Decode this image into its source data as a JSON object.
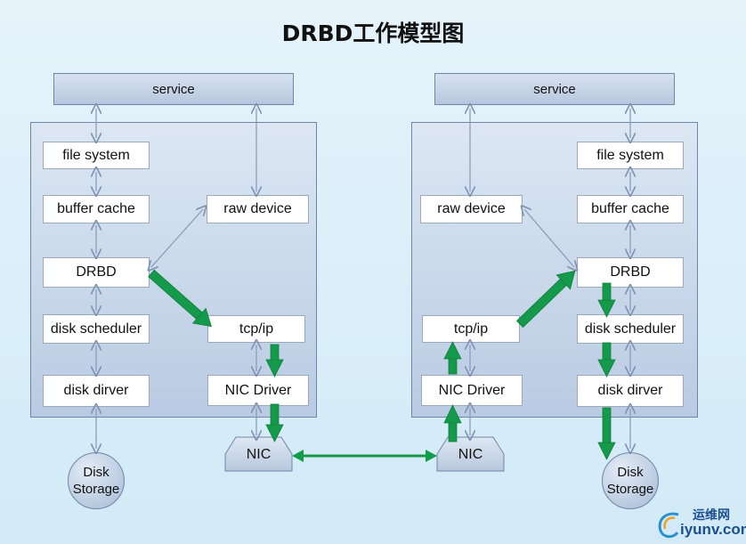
{
  "title": "DRBD工作模型图",
  "left": {
    "service": "service",
    "file_system": "file system",
    "buffer_cache": "buffer cache",
    "drbd": "DRBD",
    "disk_scheduler": "disk scheduler",
    "disk_driver": "disk dirver",
    "raw_device": "raw device",
    "tcp_ip": "tcp/ip",
    "nic_driver": "NIC Driver",
    "nic": "NIC",
    "disk_line1": "Disk",
    "disk_line2": "Storage"
  },
  "right": {
    "service": "service",
    "file_system": "file system",
    "buffer_cache": "buffer cache",
    "drbd": "DRBD",
    "disk_scheduler": "disk scheduler",
    "disk_driver": "disk dirver",
    "raw_device": "raw device",
    "tcp_ip": "tcp/ip",
    "nic_driver": "NIC Driver",
    "nic": "NIC",
    "disk_line1": "Disk",
    "disk_line2": "Storage"
  },
  "watermark": {
    "cn": "运维网",
    "en": "iyunv.com"
  },
  "colors": {
    "data_flow": "#149a4a",
    "link": "#149a4a",
    "connector": "#8a9dbb"
  }
}
